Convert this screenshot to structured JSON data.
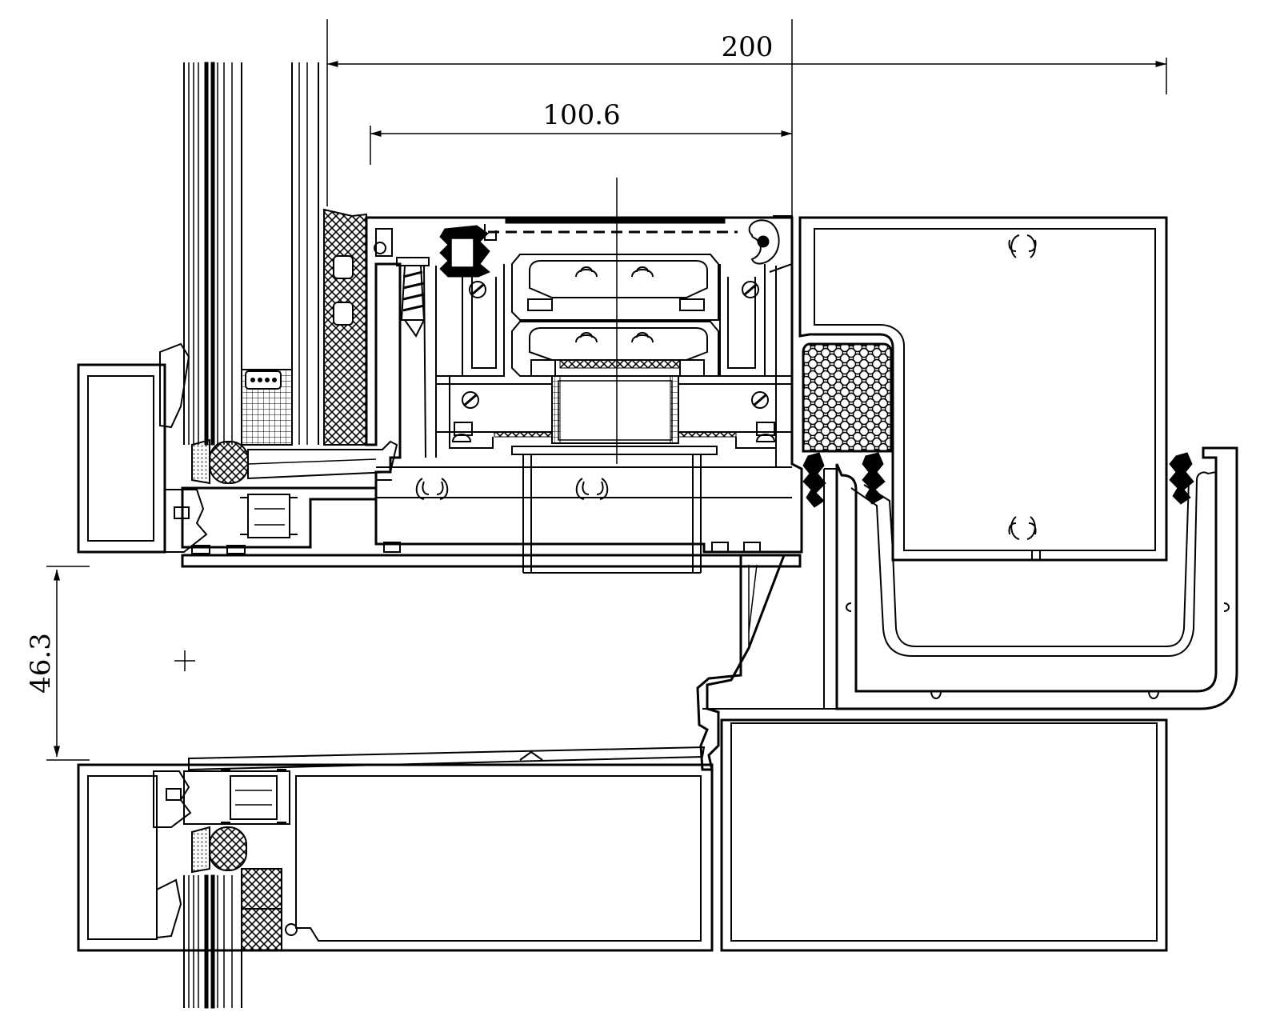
{
  "dimensions": {
    "overall_width": "200",
    "inner_width": "100.6",
    "gap_height": "46.3"
  },
  "colors": {
    "line": "#000000",
    "background": "#ffffff"
  }
}
